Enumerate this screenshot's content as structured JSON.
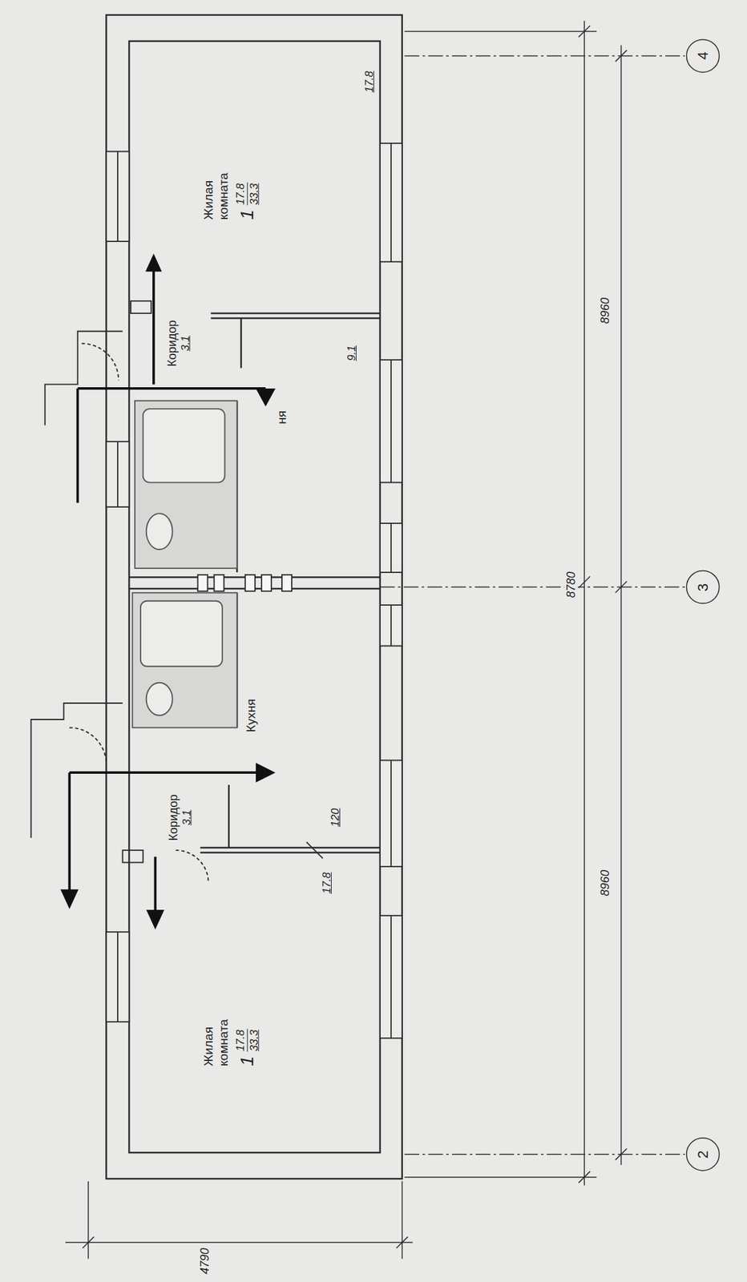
{
  "diagram": {
    "nodes": [
      {
        "text": [
          "Жилая комната",
          "1",
          "17.8",
          "33.3"
        ]
      },
      {
        "text": [
          "Коридор",
          "3.1"
        ]
      },
      {
        "text": [
          "ня"
        ]
      },
      {
        "text": [
          "Кухня"
        ]
      },
      {
        "text": [
          "Коридор",
          "3.1"
        ]
      },
      {
        "text": [
          "Жилая комната",
          "1",
          "17.8",
          "33.3"
        ]
      }
    ],
    "labels": [
      "17.8",
      "9.1",
      "8960",
      "8780",
      "120",
      "17.8",
      "8960",
      "4790",
      "4",
      "3",
      "2"
    ]
  }
}
